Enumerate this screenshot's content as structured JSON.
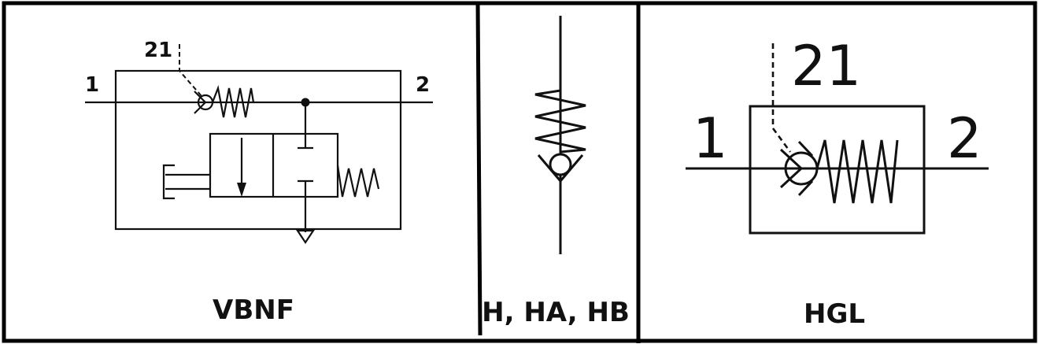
{
  "panels": [
    {
      "caption": "VBNF",
      "ports": {
        "inlet": "1",
        "outlet": "2",
        "pilot": "21"
      }
    },
    {
      "caption": "H, HA, HB"
    },
    {
      "caption": "HGL",
      "ports": {
        "inlet": "1",
        "outlet": "2",
        "pilot": "21"
      }
    }
  ]
}
